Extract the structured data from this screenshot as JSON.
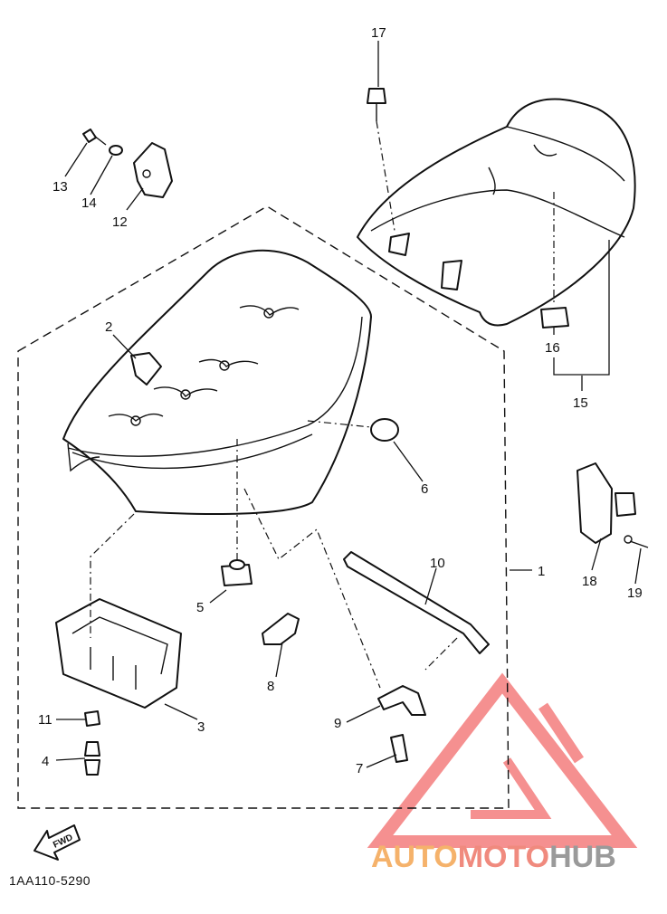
{
  "diagram": {
    "callouts": [
      "1",
      "2",
      "3",
      "4",
      "5",
      "6",
      "7",
      "8",
      "9",
      "10",
      "11",
      "12",
      "13",
      "14",
      "15",
      "16",
      "17",
      "18",
      "19"
    ],
    "fwd_label": "FWD",
    "drawing_code": "1AA110-5290"
  },
  "watermark": {
    "part1": "AUTO",
    "part2": "MOTO",
    "part3": "HUB",
    "color1": "#f5b26b",
    "color2": "#f08a7e",
    "color3": "#9a9a9a",
    "logo_color": "#f26b6b"
  }
}
